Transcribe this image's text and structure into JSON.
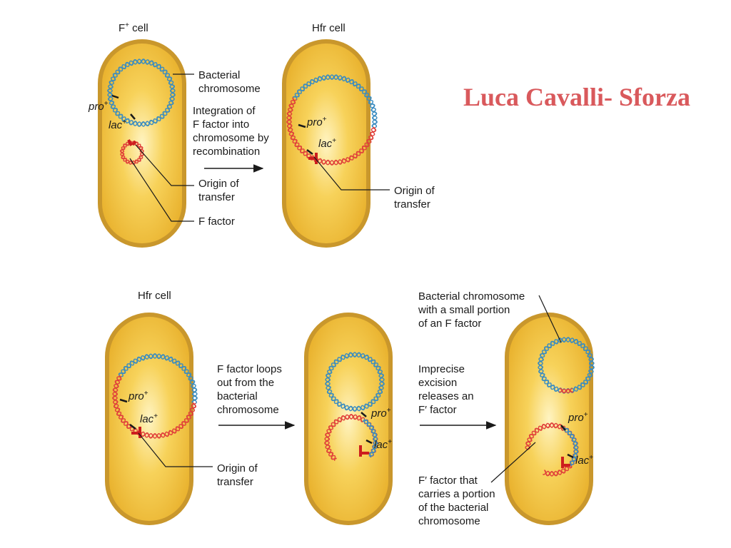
{
  "title": "Luca Cavalli- Sforza",
  "colors": {
    "title": "#d9595c",
    "chromosome": "#3a8cc0",
    "f_factor": "#e0403a",
    "cell_fill": "#f2c040",
    "cell_wall": "#c9972c",
    "arrow": "#1a1a1a"
  },
  "panels": {
    "top_left": {
      "cell_label": "F",
      "cell_label_sup": "+",
      "cell_label_suffix": " cell",
      "pro": "pro",
      "lac": "lac",
      "plus": "+",
      "chromosome_label": [
        "Bacterial",
        "chromosome"
      ],
      "origin_label": [
        "Origin of",
        "transfer"
      ],
      "f_factor_label": "F factor"
    },
    "step1": {
      "lines": [
        "Integration of",
        "F factor into",
        "chromosome by",
        "recombination"
      ]
    },
    "top_right": {
      "cell_label": "Hfr cell",
      "pro": "pro",
      "lac": "lac",
      "plus": "+",
      "origin_label": [
        "Origin of",
        "transfer"
      ]
    },
    "bottom_left": {
      "cell_label": "Hfr cell",
      "pro": "pro",
      "lac": "lac",
      "plus": "+",
      "origin_label": [
        "Origin of",
        "transfer"
      ]
    },
    "step2": {
      "lines": [
        "F factor loops",
        "out from the",
        "bacterial",
        "chromosome"
      ]
    },
    "bottom_middle": {
      "pro": "pro",
      "lac": "lac",
      "plus": "+"
    },
    "step3": {
      "lines": [
        "Imprecise",
        "excision",
        "releases an",
        "F′ factor"
      ]
    },
    "bottom_right": {
      "pro": "pro",
      "lac": "lac",
      "plus": "+",
      "top_label": [
        "Bacterial chromosome",
        "with a small portion",
        "of an F factor"
      ],
      "bottom_label": [
        "F′ factor that",
        "carries a portion",
        "of the bacterial",
        "chromosome"
      ]
    }
  }
}
